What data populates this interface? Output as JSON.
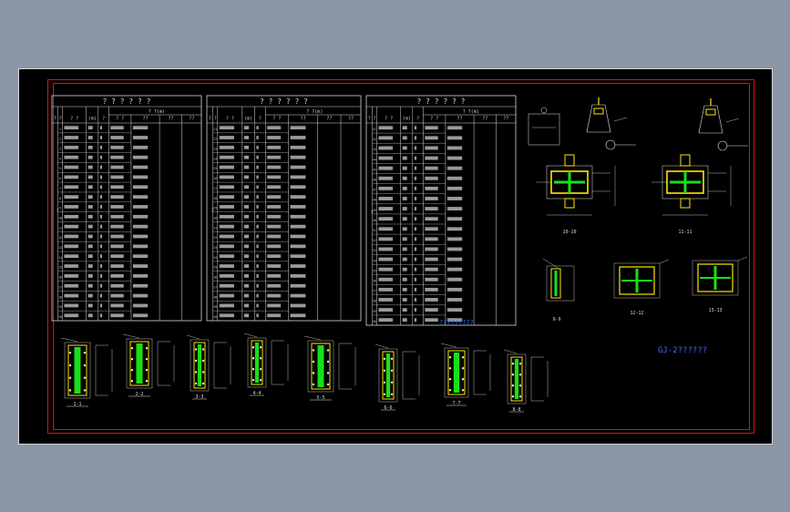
{
  "colors": {
    "background": "#8b97a7",
    "sheet": "#000000",
    "frame": "#e01010",
    "table_line": "#d8d8d8",
    "text": "#d8d8d8",
    "rebar": "#ffe600",
    "concrete": "#18e018",
    "dimension": "#e8e8e8",
    "title": "#3a6cff"
  },
  "tables": [
    {
      "title": "? ? ? ? ? ?",
      "first_row": 1,
      "row_count": 20
    },
    {
      "title": "? ? ? ? ? ?",
      "first_row": 21,
      "row_count": 20
    },
    {
      "title": "? ? ? ? ? ?",
      "first_row": 41,
      "row_count": 20
    }
  ],
  "table_note": "?????????",
  "plan_title": "GJ-2??????",
  "section_labels": [
    "1-1",
    "2-2",
    "3-3",
    "4-4",
    "5-5",
    "6-6",
    "7-7",
    "8-8",
    "9-9",
    "10-10",
    "11-11",
    "12-12",
    "13-13"
  ]
}
